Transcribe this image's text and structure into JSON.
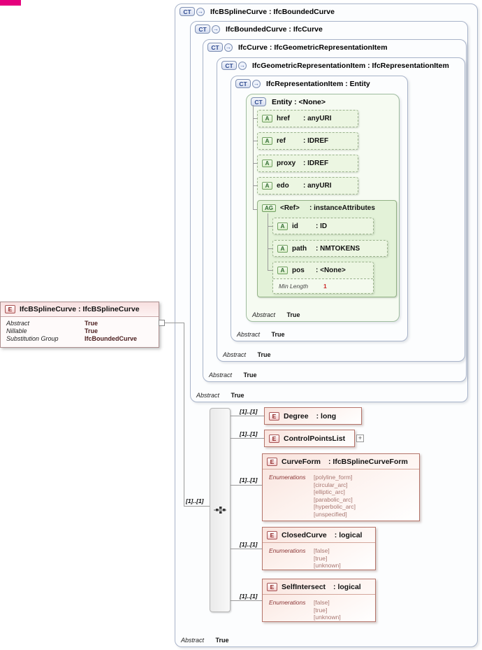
{
  "icons": {
    "ct": "CT",
    "e": "E",
    "a": "A",
    "ag": "AG",
    "plus": "+",
    "arrow": "→"
  },
  "left_element": {
    "title": "IfcBSplineCurve : IfcBSplineCurve",
    "rows": [
      {
        "label": "Abstract",
        "value": "True"
      },
      {
        "label": "Nillable",
        "value": "True"
      },
      {
        "label": "Substitution Group",
        "value": "IfcBoundedCurve"
      }
    ]
  },
  "containers": [
    {
      "title": "IfcBSplineCurve : IfcBoundedCurve",
      "footer_label": "Abstract",
      "footer_value": "True"
    },
    {
      "title": "IfcBoundedCurve : IfcCurve",
      "footer_label": "Abstract",
      "footer_value": "True"
    },
    {
      "title": "IfcCurve : IfcGeometricRepresentationItem",
      "footer_label": "Abstract",
      "footer_value": "True"
    },
    {
      "title": "IfcGeometricRepresentationItem : IfcRepresentationItem",
      "footer_label": "Abstract",
      "footer_value": "True"
    },
    {
      "title": "IfcRepresentationItem : Entity",
      "footer_label": "Abstract",
      "footer_value": "True"
    },
    {
      "title": "Entity    : <None>",
      "footer_label": "Abstract",
      "footer_value": "True"
    }
  ],
  "attributes": [
    {
      "name": "href",
      "type": ": anyURI"
    },
    {
      "name": "ref",
      "type": ": IDREF"
    },
    {
      "name": "proxy",
      "type": ": IDREF"
    },
    {
      "name": "edo",
      "type": ": anyURI"
    }
  ],
  "attribute_group": {
    "name": "<Ref>",
    "type": ": instanceAttributes",
    "attributes": [
      {
        "name": "id",
        "type": ": ID"
      },
      {
        "name": "path",
        "type": ": NMTOKENS"
      },
      {
        "name": "pos",
        "type": ": <None>"
      }
    ],
    "facet": {
      "label": "Min Length",
      "value": "1"
    }
  },
  "sequence": {
    "occurrence": "[1]..[1]"
  },
  "elements": [
    {
      "occurrence": "[1]..[1]",
      "name": "Degree",
      "type": ": long"
    },
    {
      "occurrence": "[1]..[1]",
      "name": "ControlPointsList",
      "type": ""
    },
    {
      "occurrence": "[1]..[1]",
      "name": "CurveForm",
      "type": ": IfcBSplineCurveForm",
      "enum_label": "Enumerations",
      "enumerations": [
        "[polyline_form]",
        "[circular_arc]",
        "[elliptic_arc]",
        "[parabolic_arc]",
        "[hyperbolic_arc]",
        "[unspecified]"
      ]
    },
    {
      "occurrence": "[1]..[1]",
      "name": "ClosedCurve",
      "type": ": logical",
      "enum_label": "Enumerations",
      "enumerations": [
        "[false]",
        "[true]",
        "[unknown]"
      ]
    },
    {
      "occurrence": "[1]..[1]",
      "name": "SelfIntersect",
      "type": ": logical",
      "enum_label": "Enumerations",
      "enumerations": [
        "[false]",
        "[true]",
        "[unknown]"
      ]
    }
  ]
}
